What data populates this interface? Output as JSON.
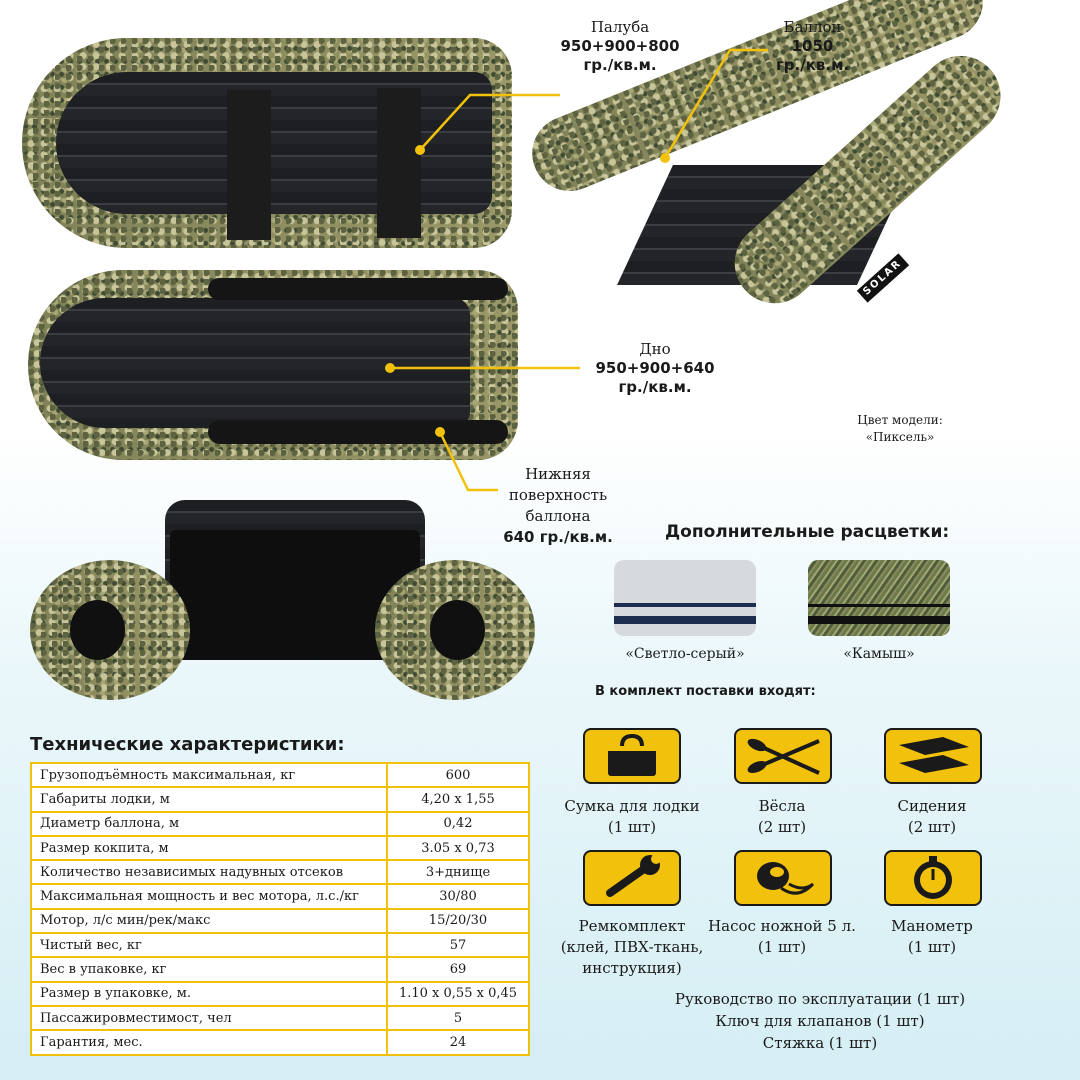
{
  "callouts": {
    "deck": {
      "label": "Палуба",
      "value1": "950+900+800",
      "value2": "гр./кв.м."
    },
    "tube": {
      "label": "Баллон",
      "value1": "1050",
      "value2": "гр./кв.м."
    },
    "bottom": {
      "label": "Дно",
      "value1": "950+900+640",
      "value2": "гр./кв.м."
    },
    "tube_underside": {
      "line1": "Нижняя",
      "line2": "поверхность",
      "line3": "баллона",
      "value": "640 гр./кв.м."
    }
  },
  "model_color": {
    "label": "Цвет модели:",
    "value": "«Пиксель»"
  },
  "boat_logo": "SOLAR",
  "additional_colors": {
    "title": "Дополнительные расцветки:",
    "items": [
      {
        "name": "«Светло-серый»",
        "color": "#d7dadc",
        "stripe": "#1d2d50"
      },
      {
        "name": "«Камыш»",
        "color": "#6b7a4a",
        "stripe": "#101010"
      }
    ]
  },
  "kit": {
    "title": "В комплект поставки входят:",
    "items": [
      {
        "icon": "bag-icon",
        "line1": "Сумка для лодки",
        "line2": "(1 шт)"
      },
      {
        "icon": "oars-icon",
        "line1": "Вёсла",
        "line2": "(2 шт)"
      },
      {
        "icon": "seats-icon",
        "line1": "Сидения",
        "line2": "(2 шт)"
      },
      {
        "icon": "wrench-icon",
        "line1": "Ремкомплект",
        "line2": "(клей, ПВХ-ткань,",
        "line3": "инструкция)"
      },
      {
        "icon": "foot-pump-icon",
        "line1": "Насос ножной 5 л.",
        "line2": "(1 шт)"
      },
      {
        "icon": "manometer-icon",
        "line1": "Манометр",
        "line2": "(1 шт)"
      }
    ],
    "extras": [
      "Руководство по эксплуатации (1 шт)",
      "Ключ для клапанов (1 шт)",
      "Стяжка (1 шт)"
    ]
  },
  "specs": {
    "title": "Технические характеристики:",
    "rows": [
      {
        "name": "Грузоподъёмность максимальная, кг",
        "value": "600"
      },
      {
        "name": "Габариты лодки, м",
        "value": "4,20 х 1,55"
      },
      {
        "name": "Диаметр баллона, м",
        "value": "0,42"
      },
      {
        "name": "Размер кокпита, м",
        "value": "3.05 х 0,73"
      },
      {
        "name": "Количество независимых надувных отсеков",
        "value": "3+днище"
      },
      {
        "name": "Максимальная мощность и вес мотора, л.с./кг",
        "value": "30/80"
      },
      {
        "name": "Мотор, л/с мин/рек/макс",
        "value": "15/20/30"
      },
      {
        "name": "Чистый вес, кг",
        "value": "57"
      },
      {
        "name": "Вес в упаковке, кг",
        "value": "69"
      },
      {
        "name": "Размер в упаковке, м.",
        "value": "1.10 х 0,55 х 0,45"
      },
      {
        "name": "Пассажировместимост, чел",
        "value": "5"
      },
      {
        "name": "Гарантия, мес.",
        "value": "24"
      }
    ]
  },
  "colors": {
    "accent": "#f1c10c",
    "dark": "#1a1a1a"
  }
}
